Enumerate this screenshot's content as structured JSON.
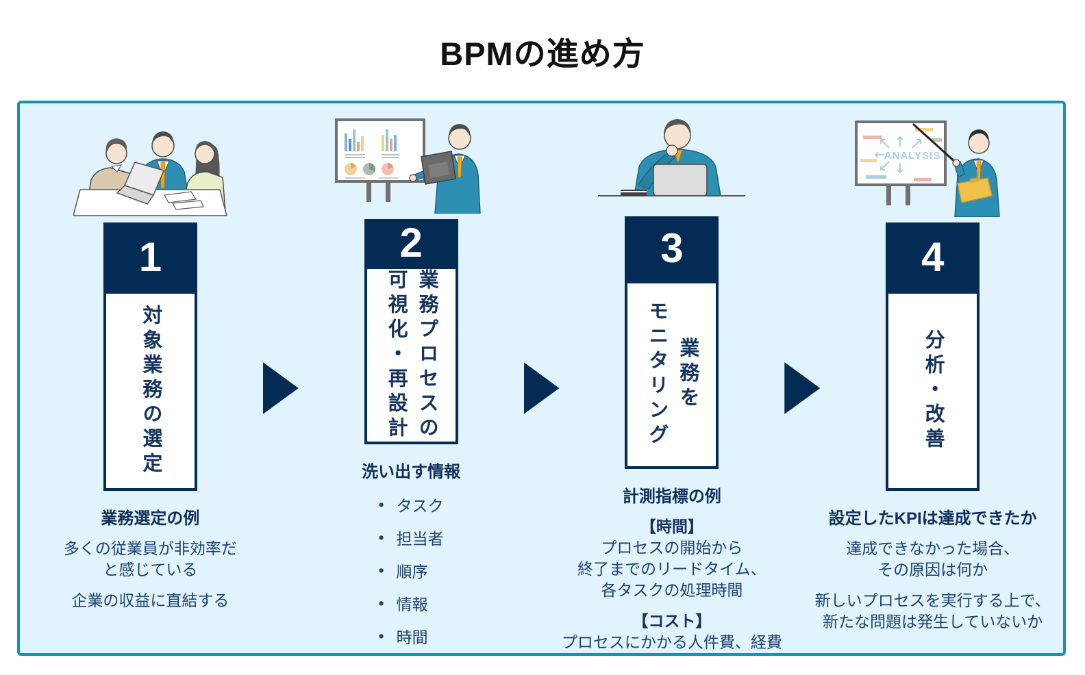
{
  "title": "BPMの進め方",
  "colors": {
    "panel_background": "#e1f3fc",
    "panel_border": "#0d94be",
    "step_navy": "#042b54",
    "heading_text": "#102e58",
    "body_text": "#1d4270",
    "suit_blue": "#2e8fb4",
    "tie_orange": "#f2a71b"
  },
  "steps": [
    {
      "number": "1",
      "illustration": "meeting-illustration",
      "box_label": "対象業務の選定",
      "section_heading": "業務選定の例",
      "paragraphs": [
        "多くの従業員が非効率だ\nと感じている",
        "企業の収益に直結する"
      ]
    },
    {
      "number": "2",
      "illustration": "presentation-illustration",
      "box_label": "業務プロセスの\n可視化・再設計",
      "section_heading": "洗い出す情報",
      "bullets": [
        "タスク",
        "担当者",
        "順序",
        "情報",
        "時間"
      ]
    },
    {
      "number": "3",
      "illustration": "monitoring-illustration",
      "box_label": "業務を\nモニタリング",
      "section_heading": "計測指標の例",
      "groups": [
        {
          "label": "【時間】",
          "text": "プロセスの開始から\n終了までのリードタイム、\n各タスクの処理時間"
        },
        {
          "label": "【コスト】",
          "text": "プロセスにかかる人件費、経費"
        }
      ]
    },
    {
      "number": "4",
      "illustration": "analysis-illustration",
      "illustration_text": "ANALYSIS",
      "box_label": "分析・改善",
      "section_heading": "設定したKPIは達成できたか",
      "paragraphs": [
        "達成できなかった場合、\nその原因は何か",
        "新しいプロセスを実行する上で、\n新たな問題は発生していないか"
      ]
    }
  ]
}
